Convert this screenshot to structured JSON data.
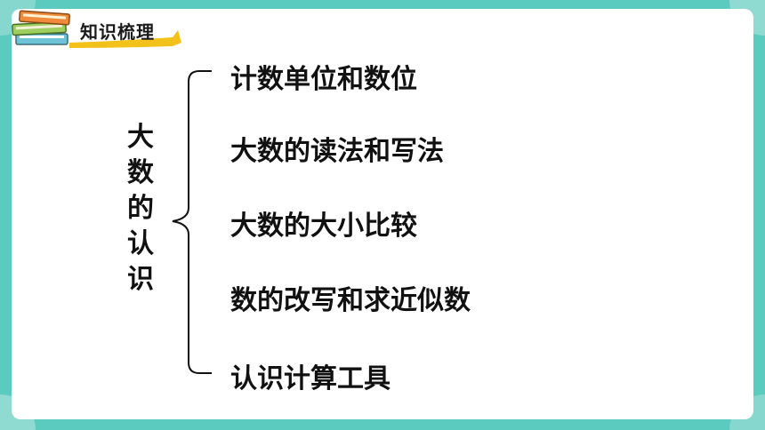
{
  "header": {
    "section_title": "知识梳理",
    "book_icon": "stacked-books-icon"
  },
  "diagram": {
    "topic": [
      "大",
      "数",
      "的",
      "认",
      "识"
    ],
    "items": [
      "计数单位和数位",
      "大数的读法和写法",
      "大数的大小比较",
      "数的改写和求近似数",
      "认识计算工具"
    ]
  },
  "colors": {
    "frame": "#5ccbbf",
    "card": "#ffffff",
    "ribbon": "#f2c21b"
  }
}
